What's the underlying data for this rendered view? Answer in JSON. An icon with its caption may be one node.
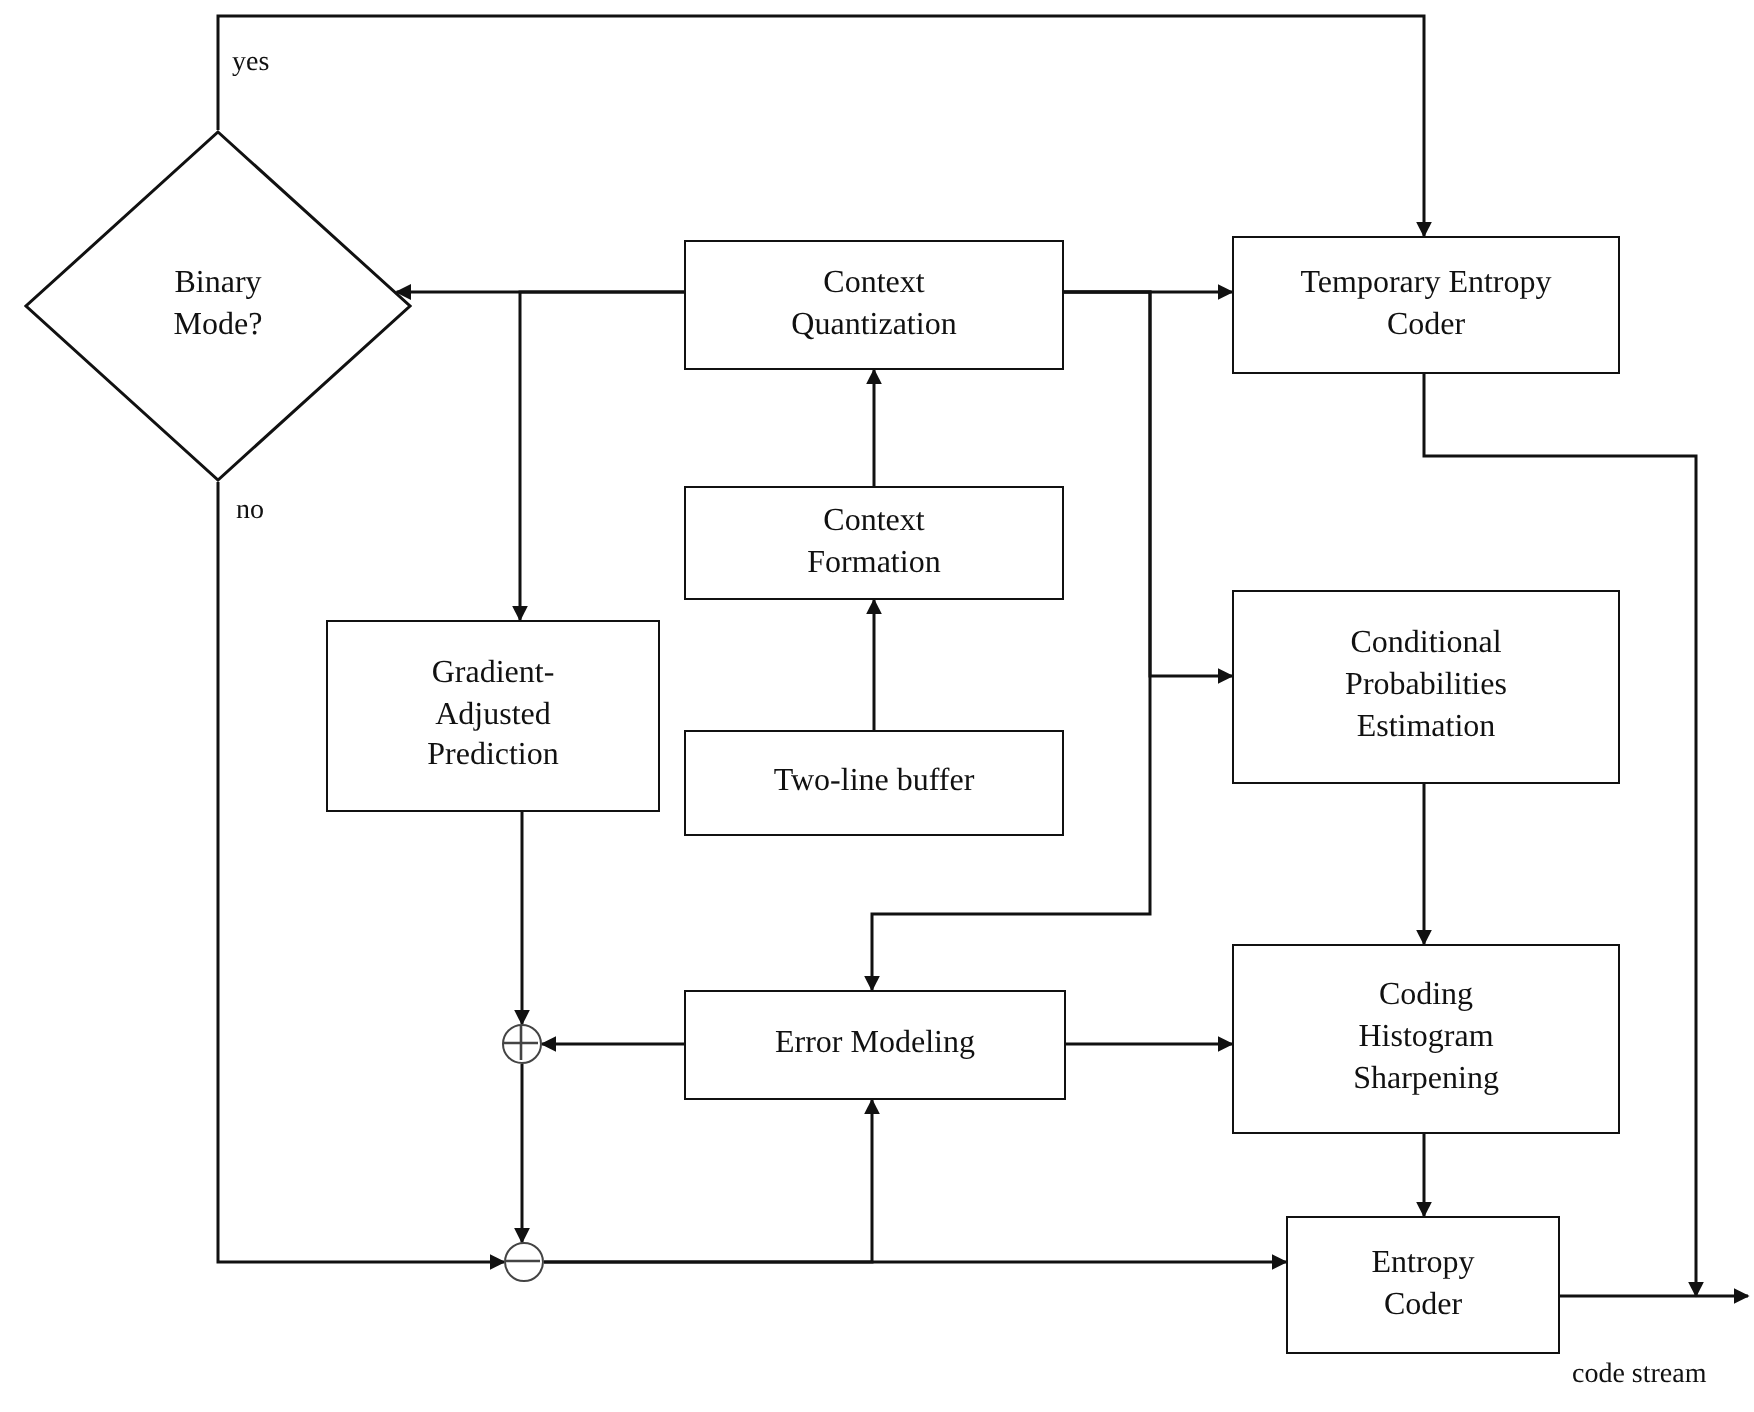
{
  "diagram": {
    "nodes": [
      {
        "text": [
          "Binary Mode?"
        ]
      },
      {
        "text": [
          "Context Quantization"
        ]
      },
      {
        "text": [
          "Temporary Entropy Coder"
        ]
      },
      {
        "text": [
          "Context Formation"
        ]
      },
      {
        "text": [
          "Gradient- Adjusted Prediction"
        ]
      },
      {
        "text": [
          "Two-line buffer"
        ]
      },
      {
        "text": [
          "Conditional Probabilities Estimation"
        ]
      },
      {
        "text": [],
        "shape": "circle"
      },
      {
        "text": [
          "Error Modeling"
        ]
      },
      {
        "text": [
          "Coding Histogram Sharpening"
        ]
      },
      {
        "text": [],
        "shape": "circle"
      },
      {
        "text": [
          "Entropy Coder"
        ]
      }
    ],
    "edges": [
      {
        "from": 0,
        "to": 2,
        "arrow": "to",
        "label": "yes"
      },
      {
        "from": 1,
        "to": 0,
        "arrow": "to"
      },
      {
        "from": 1,
        "to": 4,
        "arrow": "to"
      },
      {
        "from": 1,
        "to": 2,
        "arrow": "to"
      },
      {
        "from": 1,
        "to": 6,
        "arrow": "to"
      },
      {
        "from": 1,
        "to": 8,
        "arrow": "to"
      },
      {
        "from": 3,
        "to": 1,
        "arrow": "to"
      },
      {
        "from": 5,
        "to": 3,
        "arrow": "to"
      },
      {
        "from": 4,
        "to": 7,
        "arrow": "to"
      },
      {
        "from": 8,
        "to": 7,
        "arrow": "to"
      },
      {
        "from": 7,
        "to": 10,
        "arrow": "to"
      },
      {
        "from": 0,
        "to": 10,
        "arrow": "to",
        "label": "no"
      },
      {
        "from": 10,
        "to": 11,
        "arrow": "to"
      },
      {
        "from": 10,
        "to": 8,
        "arrow": "to"
      },
      {
        "from": 8,
        "to": 9,
        "arrow": "to"
      },
      {
        "from": 6,
        "to": 9,
        "arrow": "to"
      },
      {
        "from": 9,
        "to": 11,
        "arrow": "to"
      },
      {
        "from": 2,
        "to": null,
        "arrow": "to"
      },
      {
        "from": 11,
        "to": null,
        "arrow": "to"
      }
    ],
    "labels": [
      "code stream"
    ]
  }
}
